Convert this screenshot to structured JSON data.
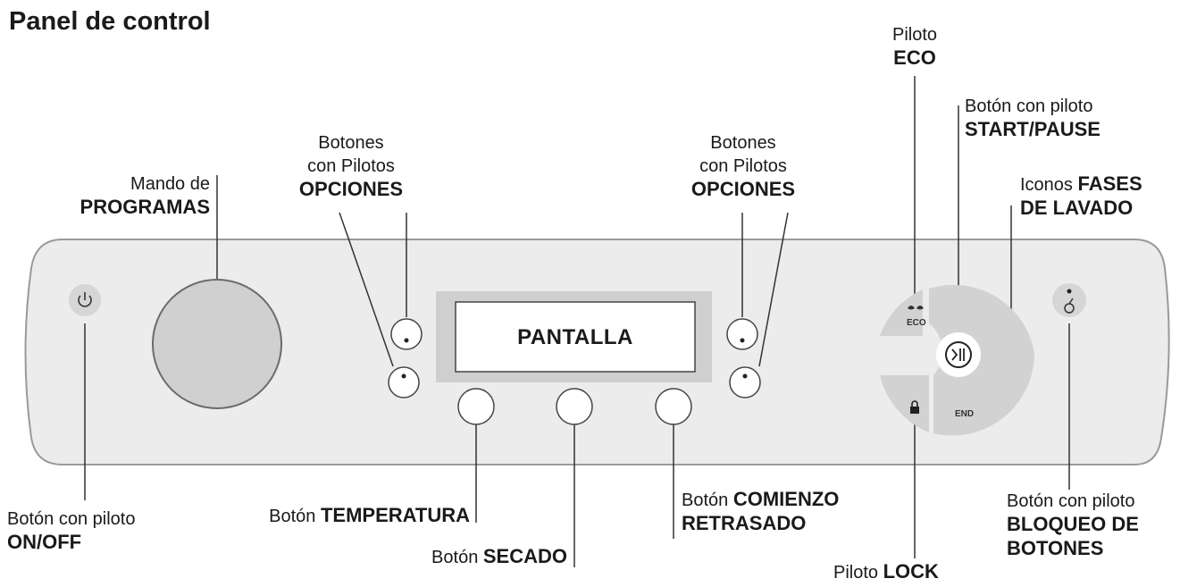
{
  "title": "Panel de control",
  "screen_text": "PANTALLA",
  "labels": {
    "programas": {
      "line1": "Mando de",
      "line2": "PROGRAMAS"
    },
    "opciones_left": {
      "line1": "Botones",
      "line2": "con Pilotos",
      "line3": "OPCIONES"
    },
    "opciones_right": {
      "line1": "Botones",
      "line2": "con Pilotos",
      "line3": "OPCIONES"
    },
    "eco": {
      "line1": "Piloto",
      "line2": "ECO"
    },
    "start_pause": {
      "line1": "Botón con piloto",
      "line2": "START/PAUSE"
    },
    "fases": {
      "prefix": "Iconos",
      "bold1": "FASES",
      "line2": "DE LAVADO"
    },
    "on_off": {
      "line1": "Botón con piloto",
      "line2": "ON/OFF"
    },
    "temperatura": {
      "prefix": "Botón",
      "bold": "TEMPERATURA"
    },
    "secado": {
      "prefix": "Botón",
      "bold": "SECADO"
    },
    "comienzo": {
      "prefix": "Botón",
      "bold1": "COMIENZO",
      "line2": "RETRASADO"
    },
    "lock": {
      "prefix": "Piloto",
      "bold": "LOCK"
    },
    "bloqueo": {
      "line1": "Botón con piloto",
      "line2": "BLOQUEO DE",
      "line3": "BOTONES"
    }
  },
  "icon_text": {
    "eco": "ECO",
    "end": "END"
  },
  "icons": [
    "power-icon",
    "play-pause-icon",
    "eco-leaf-icon",
    "lock-icon",
    "key-lock-icon"
  ]
}
